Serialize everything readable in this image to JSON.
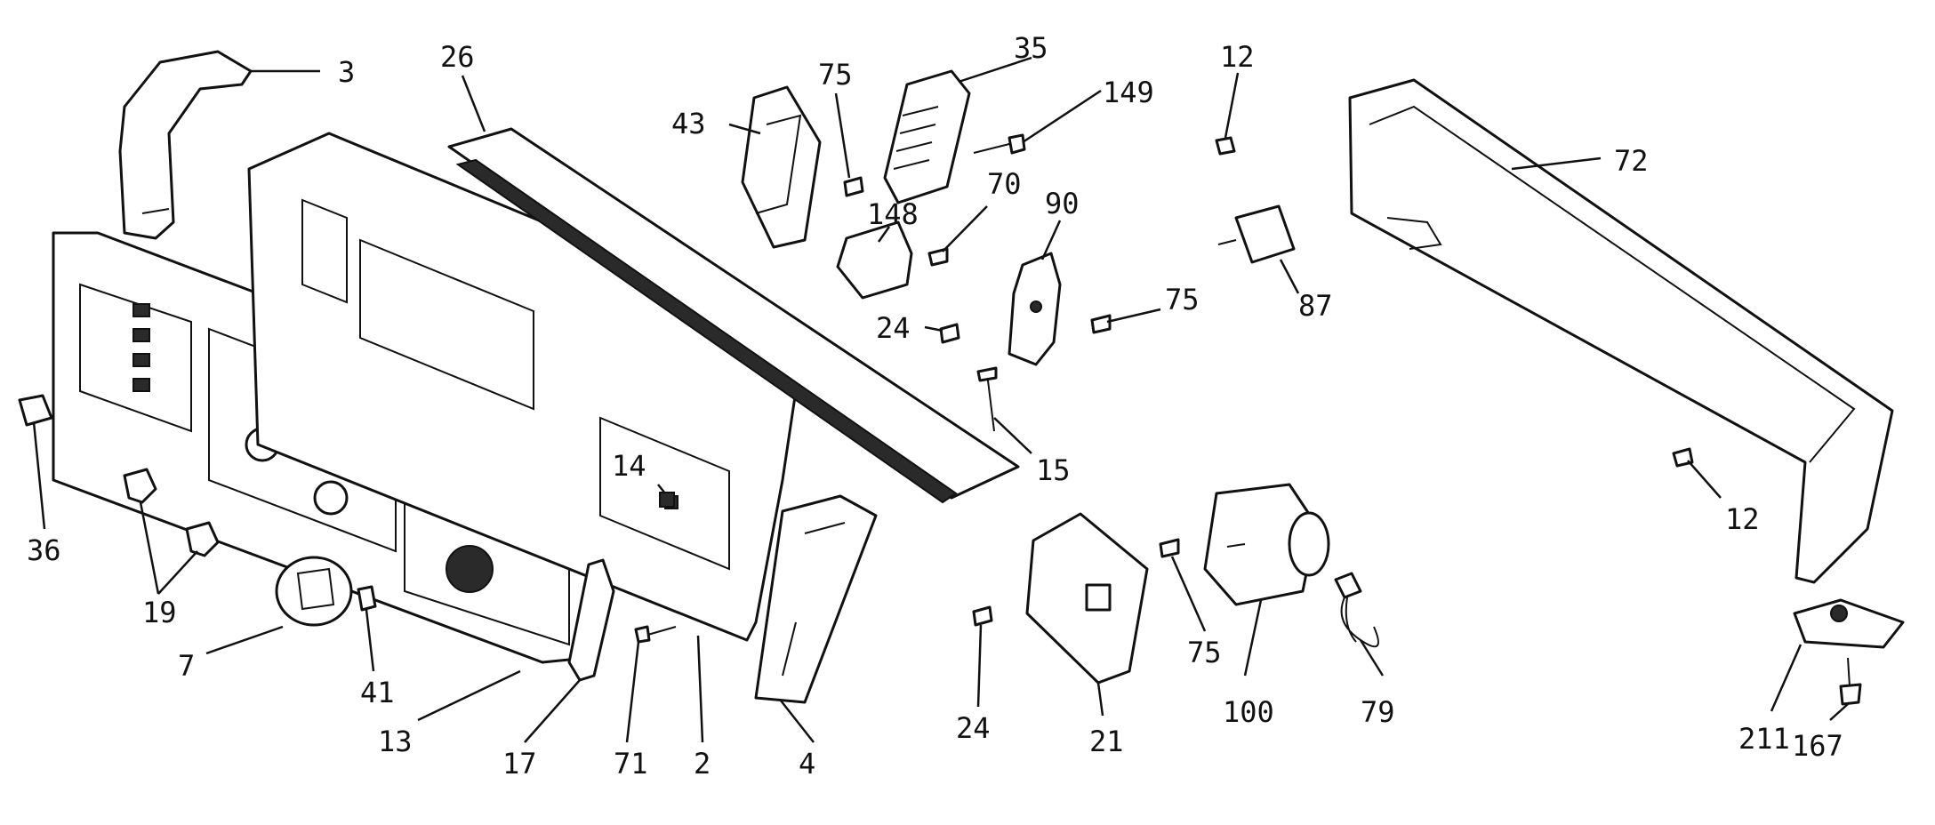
{
  "callouts": {
    "c2": "2",
    "c3": "3",
    "c4": "4",
    "c7": "7",
    "c12a": "12",
    "c12b": "12",
    "c13": "13",
    "c14": "14",
    "c15": "15",
    "c17": "17",
    "c19": "19",
    "c21": "21",
    "c24a": "24",
    "c24b": "24",
    "c26": "26",
    "c35": "35",
    "c36": "36",
    "c41": "41",
    "c43": "43",
    "c70": "70",
    "c71": "71",
    "c72": "72",
    "c75a": "75",
    "c75b": "75",
    "c75c": "75",
    "c79": "79",
    "c87": "87",
    "c90": "90",
    "c100": "100",
    "c148": "148",
    "c149": "149",
    "c167": "167",
    "c211": "211"
  }
}
